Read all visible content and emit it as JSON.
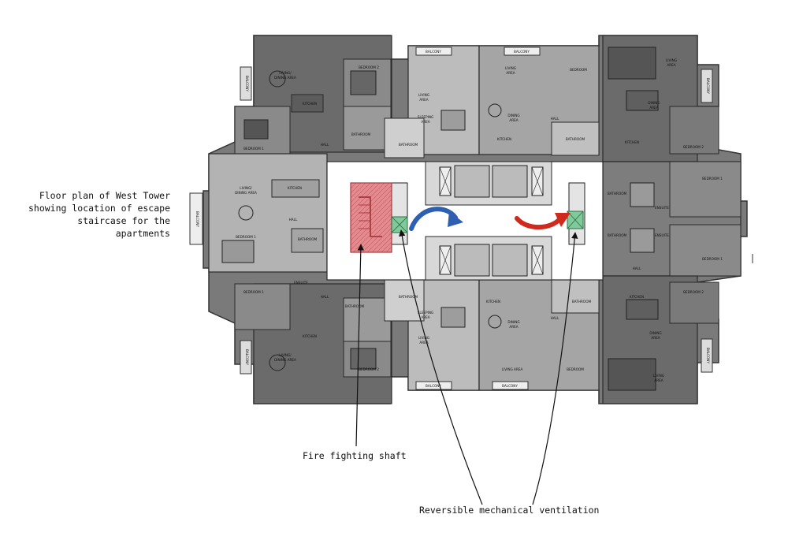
{
  "caption": {
    "line1": "Floor plan of West Tower",
    "line2": "showing location of escape",
    "line3": "staircase for the",
    "line4": "apartments"
  },
  "callouts": {
    "shaft": "Fire fighting shaft",
    "ventilation": "Reversible mechanical ventilation"
  },
  "rooms": {
    "balcony": "BALCONY",
    "living_dining": "LIVING/ DINING AREA",
    "living": "LIVING AREA",
    "living_area": "LIVING AREA",
    "dining": "DINING AREA",
    "kitchen": "KITCHEN",
    "bathroom": "BATHROOM",
    "ensuite": "ENSUITE",
    "hall": "HALL",
    "bedroom1": "BEDROOM 1",
    "bedroom2": "BEDROOM 2",
    "sleeping": "SLEEPING AREA"
  },
  "colors": {
    "dark_unit": "#6b6b6b",
    "light_unit": "#b9b9b9",
    "mid_unit": "#8e8e8e",
    "stair": "#e07a80",
    "vent": "#7fc99a",
    "arrow_blue": "#2f5fb0",
    "arrow_red": "#d02a1e"
  }
}
